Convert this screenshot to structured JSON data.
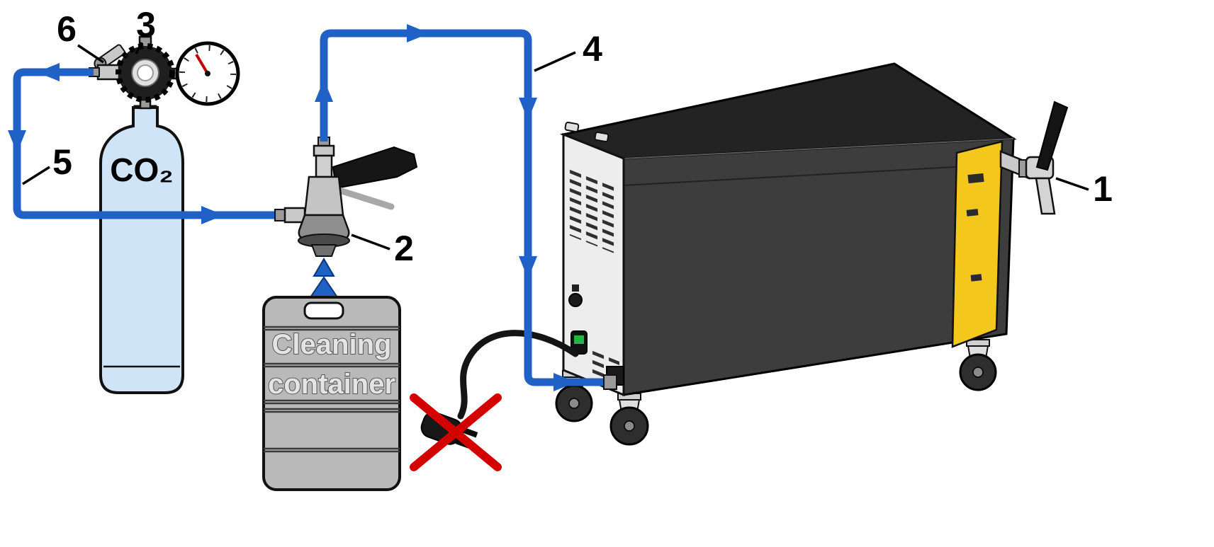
{
  "diagram": {
    "callouts": {
      "tap": "1",
      "keg_coupler": "2",
      "pressure_regulator": "3",
      "dispense_hose": "4",
      "co2_hose": "5",
      "shutoff_valve": "6"
    },
    "gas_bottle": {
      "label": "CO₂"
    },
    "cleaning_container": {
      "line1": "Cleaning",
      "line2": "container"
    },
    "colors": {
      "hose_blue": "#2061c6",
      "bottle_blue": "#cfe4f7",
      "panel_yellow": "#f3c71b",
      "prohibition_red": "#d40000",
      "machine_dark": "#3d3d3d",
      "machine_top": "#232323",
      "machine_face": "#ededed",
      "keg_gray": "#b9b9b9"
    },
    "icons": {
      "gauge": "pressure-gauge-icon",
      "no_power": "no-power-x-icon",
      "flow_arrow": "flow-arrow-icon"
    }
  }
}
